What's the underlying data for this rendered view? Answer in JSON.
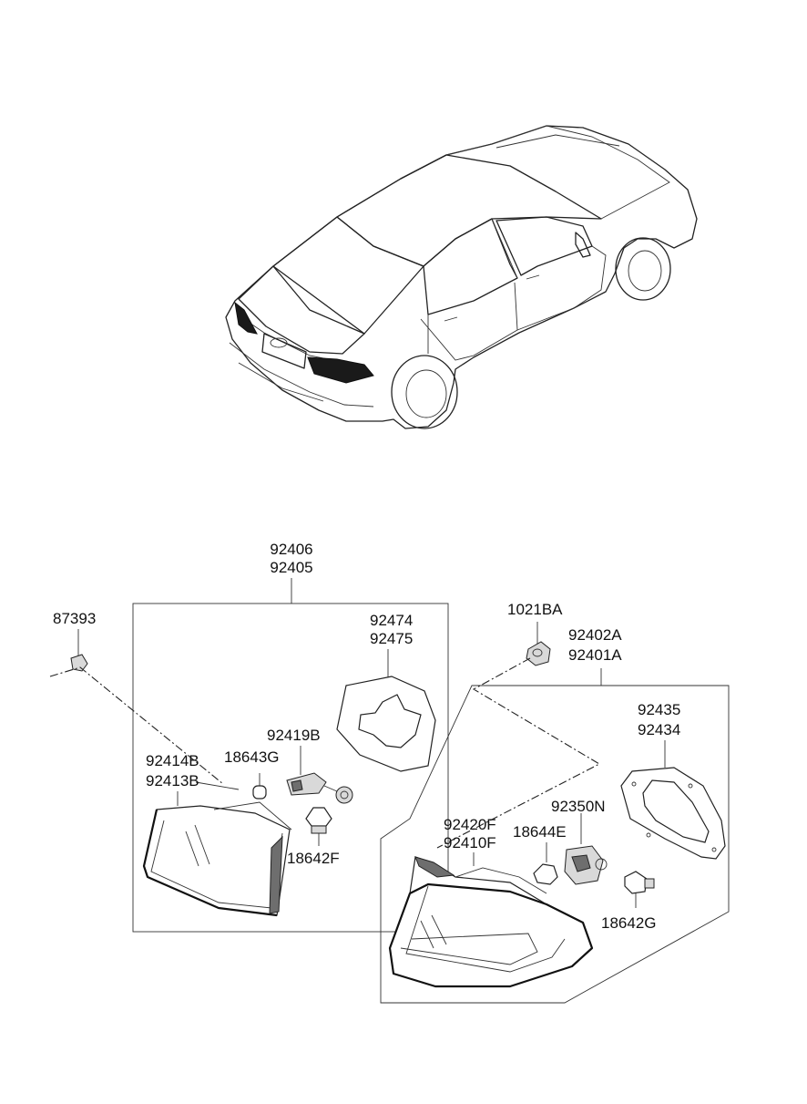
{
  "diagram": {
    "part_groups": [
      {
        "id": "inner_lamp_assy",
        "lines": [
          "92406",
          "92405"
        ]
      },
      {
        "id": "outer_lamp_assy",
        "lines": [
          "92402A",
          "92401A"
        ]
      }
    ],
    "labels": {
      "p87393": "87393",
      "p92474": "92474",
      "p92475": "92475",
      "p92419B": "92419B",
      "p92414B": "92414B",
      "p92413B": "92413B",
      "p18643G": "18643G",
      "p18642F": "18642F",
      "p1021BA": "1021BA",
      "p92435": "92435",
      "p92434": "92434",
      "p92420F": "92420F",
      "p92410F": "92410F",
      "p92350N": "92350N",
      "p18644E": "18644E",
      "p18642G": "18642G"
    }
  }
}
